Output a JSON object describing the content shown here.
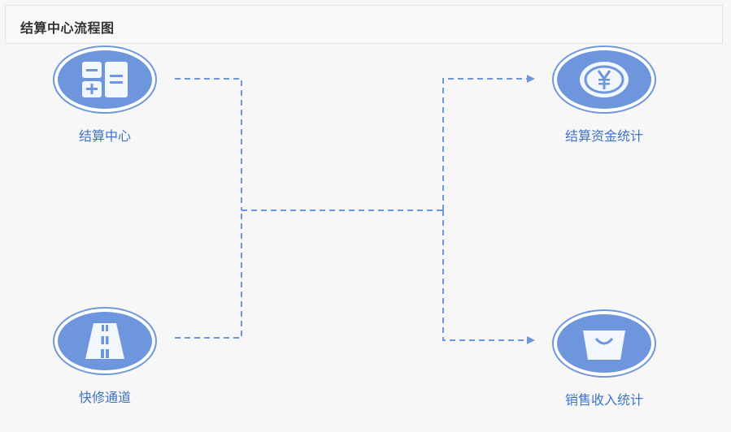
{
  "header": {
    "title": "结算中心流程图"
  },
  "nodes": {
    "settlement_center": {
      "label": "结算中心",
      "icon": "calculator-icon"
    },
    "quick_repair": {
      "label": "快修通道",
      "icon": "road-icon"
    },
    "settlement_funds": {
      "label": "结算资金统计",
      "icon": "yen-coin-icon"
    },
    "sales_income": {
      "label": "销售收入统计",
      "icon": "shopping-bag-icon"
    }
  },
  "colors": {
    "accent": "#6e96dc",
    "label": "#3f72c8",
    "connector": "#6e96dc",
    "background": "#f7f7f7"
  }
}
